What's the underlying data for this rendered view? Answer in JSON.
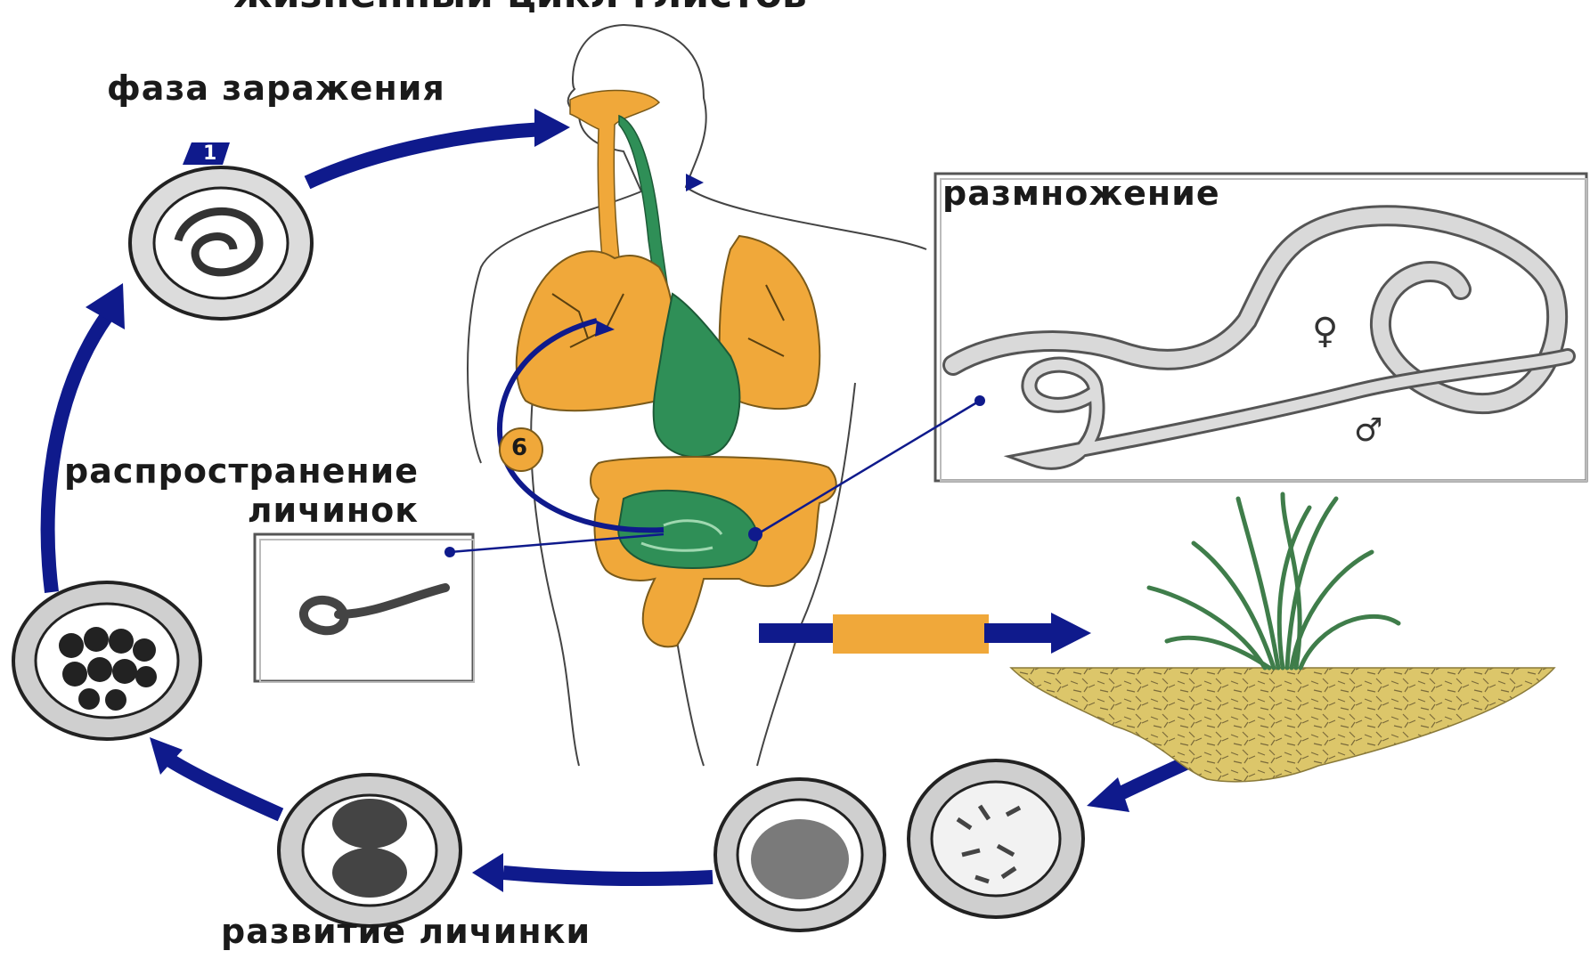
{
  "diagram": {
    "title_partial": "жизненный цикл глистов",
    "labels": {
      "infection_phase": "фаза заражения",
      "reproduction": "размножение",
      "larvae_spread": "распространение\nличинок",
      "larva_development": "развитие личинки"
    },
    "markers": {
      "step_one": "1",
      "step_six": "6"
    },
    "symbols": {
      "female": "♀",
      "male": "♂"
    },
    "colors": {
      "arrow": "#0f1a8c",
      "organs": "#f0a83a",
      "digestive": "#2f8f57",
      "soil": "#dcc66a",
      "plant": "#3f7d4a"
    },
    "icons": [
      "human-body-icon",
      "lungs-icon",
      "intestine-icon",
      "worm-pair-icon",
      "larva-icon",
      "egg-icon",
      "plant-icon",
      "soil-icon",
      "arrow-icon"
    ]
  }
}
